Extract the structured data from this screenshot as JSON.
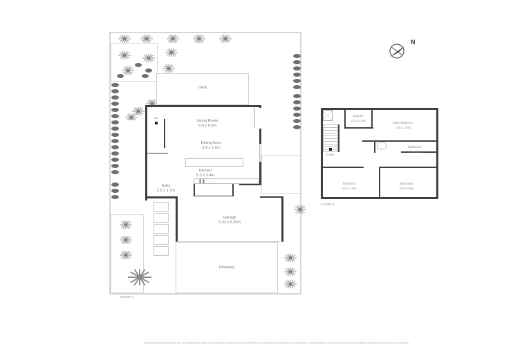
{
  "compass": {
    "label": "N",
    "icon": "compass-icon"
  },
  "floor1": {
    "caption": "FLOOR 1",
    "rooms": {
      "deck": {
        "name": "Deck"
      },
      "living": {
        "name": "Living Room",
        "size": "5.8 x 6.5m"
      },
      "dining": {
        "name": "Dining Area",
        "size": "3.9 x 1.8m"
      },
      "kitchen": {
        "name": "Kitchen",
        "size": "5.2 x 3.4m"
      },
      "entry": {
        "name": "Entry",
        "size": "2.6 x 1.7m"
      },
      "garage": {
        "name": "Garage",
        "size": "5.53 x 6.20m"
      },
      "driveway": {
        "name": "Driveway"
      }
    },
    "stair_label": "Up"
  },
  "floor2": {
    "caption": "FLOOR 2",
    "rooms": {
      "ensuite": {
        "name": "Ensuite",
        "size": "2.5 x 1.6m"
      },
      "main_bedroom": {
        "name": "Main Bedroom",
        "size": "4.6 x 3.5m"
      },
      "bathroom": {
        "name": "Bathroom",
        "size": "3.1 x 2.4m"
      },
      "bedroom_left": {
        "name": "Bedroom",
        "size": "2.9 x 3.8m"
      },
      "bedroom_right": {
        "name": "Bedroom",
        "size": "2.9 x 3.8m"
      }
    },
    "stair_label": "Down"
  },
  "disclaimer": "All information is approximate and for illustrative purposes only. Intending purchasers should make their own enquiries and verification; no guarantee or representation of accuracy is given and no liability is accepted for any errors or omissions."
}
